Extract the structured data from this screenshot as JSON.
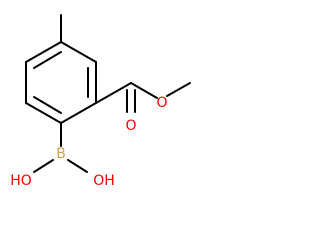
{
  "molecule": {
    "atoms": {
      "O_carbonyl": {
        "label": "O",
        "color": "#ff0000"
      },
      "O_ester": {
        "label": "O",
        "color": "#ff0000"
      },
      "B": {
        "label": "B",
        "color": "#d5a04f"
      },
      "O_hydroxyl_left": {
        "label": "HO",
        "color": "#ff0000"
      },
      "O_hydroxyl_right": {
        "label": "OH",
        "color": "#ff0000"
      }
    },
    "bond_color": "#000000"
  }
}
